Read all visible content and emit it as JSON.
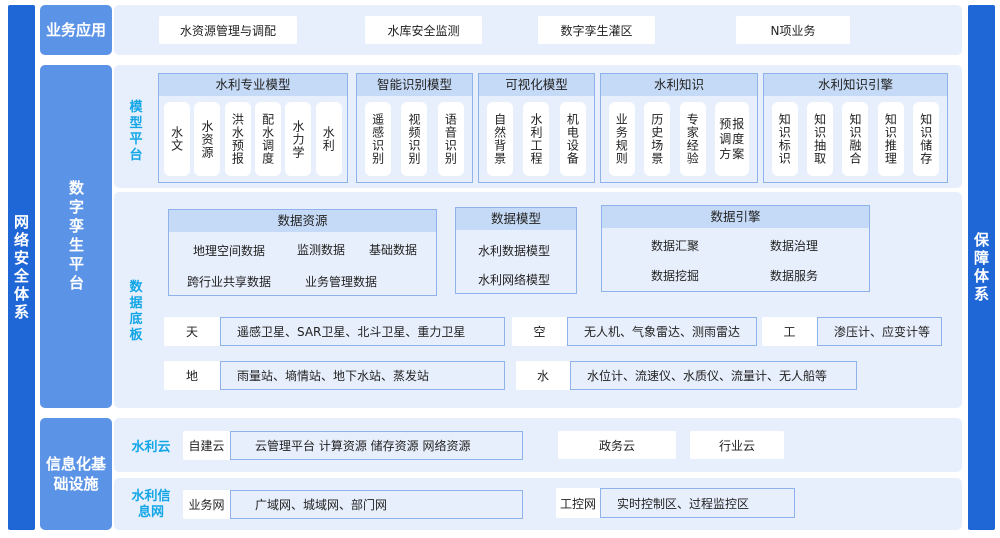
{
  "left_bar": "网络安全体系",
  "right_bar": "保障体系",
  "business": {
    "label": "业务应用",
    "items": [
      "水资源管理与调配",
      "水库安全监测",
      "数字孪生灌区",
      "N项业务"
    ]
  },
  "platform": {
    "label": "数字孪生平台",
    "model_label": "模型平台",
    "groups": [
      {
        "title": "水利专业模型",
        "items": [
          "水文",
          "水资源",
          "洪水预报",
          "配水调度",
          "水力学",
          "水利"
        ]
      },
      {
        "title": "智能识别模型",
        "items": [
          "遥感识别",
          "视频识别",
          "语音识别"
        ]
      },
      {
        "title": "可视化模型",
        "items": [
          "自然背景",
          "水利工程",
          "机电设备"
        ]
      },
      {
        "title": "水利知识",
        "items": [
          "业务规则",
          "历史场景",
          "专家经验",
          "预报调度方案"
        ]
      },
      {
        "title": "水利知识引擎",
        "items": [
          "知识标识",
          "知识抽取",
          "知识融合",
          "知识推理",
          "知识储存"
        ]
      }
    ],
    "data_label": "数据底板",
    "data_resources": {
      "title": "数据资源",
      "items": [
        "地理空间数据",
        "监测数据",
        "基础数据",
        "跨行业共享数据",
        "业务管理数据"
      ]
    },
    "data_model": {
      "title": "数据模型",
      "items": [
        "水利数据模型",
        "水利网络模型"
      ]
    },
    "data_engine": {
      "title": "数据引擎",
      "items": [
        "数据汇聚",
        "数据治理",
        "数据挖掘",
        "数据服务"
      ]
    },
    "sensing": [
      {
        "key": "天",
        "value": "遥感卫星、SAR卫星、北斗卫星、重力卫星"
      },
      {
        "key": "空",
        "value": "无人机、气象雷达、测雨雷达"
      },
      {
        "key": "工",
        "value": "渗压计、应变计等"
      },
      {
        "key": "地",
        "value": "雨量站、墒情站、地下水站、蒸发站"
      },
      {
        "key": "水",
        "value": "水位计、流速仪、水质仪、流量计、无人船等"
      }
    ]
  },
  "infra": {
    "label": "信息化基础设施",
    "cloud": {
      "label": "水利云",
      "key": "自建云",
      "value": "云管理平台  计算资源  储存资源  网络资源",
      "others": [
        "政务云",
        "行业云"
      ]
    },
    "net": {
      "label": "水利信息网",
      "key": "业务网",
      "value": "广域网、城域网、部门网",
      "key2": "工控网",
      "value2": "实时控制区、过程监控区"
    }
  }
}
